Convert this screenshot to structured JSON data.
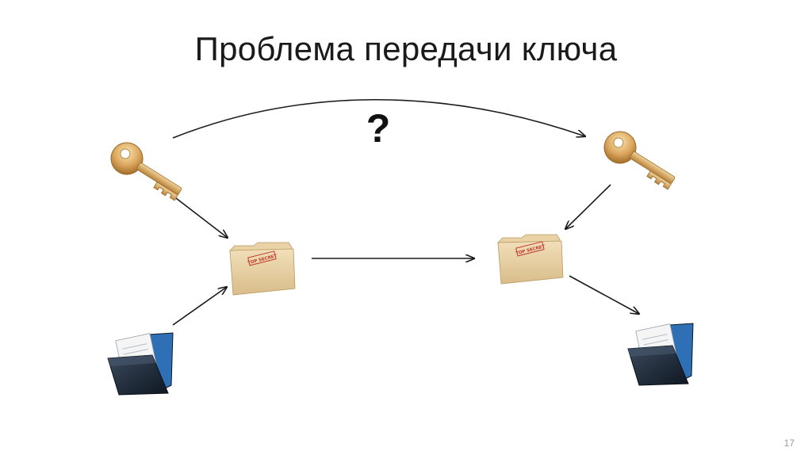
{
  "slide": {
    "title": "Проблема передачи ключа",
    "question_mark": "?",
    "page_number": "17"
  },
  "icons": {
    "sender_key": "key-icon",
    "receiver_key": "key-icon",
    "sender_folder": "top-secret-folder-icon",
    "receiver_folder": "top-secret-folder-icon",
    "sender_documents": "document-folder-icon",
    "receiver_documents": "document-folder-icon",
    "folder_stamp_text": "TOP SECRET"
  },
  "colors": {
    "key_gold": "#d9a85c",
    "folder_tan": "#e3cb9c",
    "stamp_red": "#c0392b",
    "doc_folder_dark": "#1b2634",
    "doc_folder_blue": "#2e6fb5",
    "arrow": "#1a1a1a"
  }
}
